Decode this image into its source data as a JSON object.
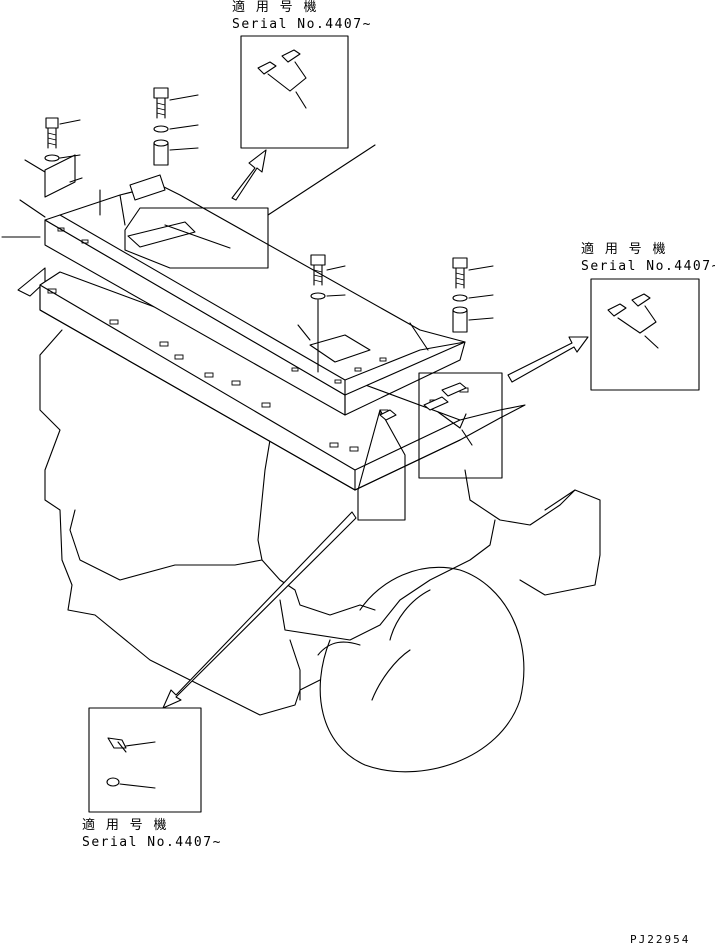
{
  "callouts": [
    {
      "applicable_label": "適 用 号 機",
      "serial_label": "Serial No.4407~"
    },
    {
      "applicable_label": "適 用 号 機",
      "serial_label": "Serial No.4407~"
    },
    {
      "applicable_label": "適 用 号 機",
      "serial_label": "Serial No.4407~"
    }
  ],
  "drawing_code": "PJ22954"
}
